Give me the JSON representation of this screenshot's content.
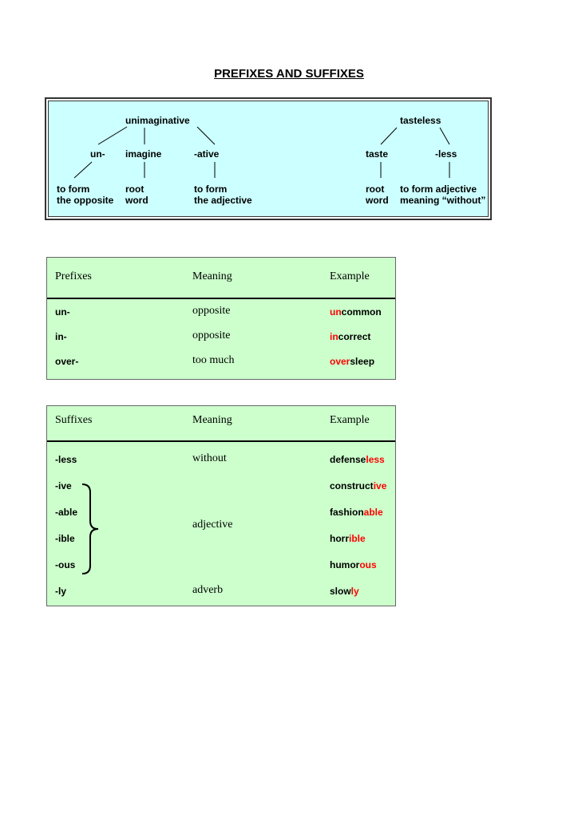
{
  "title": "PREFIXES AND SUFFIXES",
  "diagram": {
    "left_tree": {
      "root": "unimaginative",
      "parts": [
        "un-",
        "imagine",
        "-ative"
      ],
      "explanations": [
        [
          "to form",
          "the opposite"
        ],
        [
          "root",
          "word"
        ],
        [
          "to form",
          "the adjective"
        ]
      ]
    },
    "right_tree": {
      "root": "tasteless",
      "parts": [
        "taste",
        "-less"
      ],
      "explanations": [
        [
          "root",
          "word"
        ],
        [
          "to form adjective",
          "meaning “without”"
        ]
      ]
    },
    "background": "#ccffff"
  },
  "prefixes_table": {
    "headers": [
      "Prefixes",
      "Meaning",
      "Example"
    ],
    "rows": [
      {
        "affix": "un-",
        "meaning": "opposite",
        "example_prefix": "un",
        "example_rest": "common"
      },
      {
        "affix": "in-",
        "meaning": "opposite",
        "example_prefix": "in",
        "example_rest": "correct"
      },
      {
        "affix": "over-",
        "meaning": "too much",
        "example_prefix": "over",
        "example_rest": "sleep"
      }
    ]
  },
  "suffixes_table": {
    "headers": [
      "Suffixes",
      "Meaning",
      "Example"
    ],
    "rows": [
      {
        "affix": "-less",
        "meaning": "without",
        "example_root": "defense",
        "example_suffix": "less"
      },
      {
        "affix": "-ive",
        "meaning": "",
        "example_root": "construct",
        "example_suffix": "ive"
      },
      {
        "affix": "-able",
        "meaning": "",
        "example_root": "fashion",
        "example_suffix": "able"
      },
      {
        "affix": "-ible",
        "meaning": "",
        "example_root": "horr",
        "example_suffix": "ible"
      },
      {
        "affix": "-ous",
        "meaning": "",
        "example_root": "humor",
        "example_suffix": "ous"
      },
      {
        "affix": "-ly",
        "meaning": "adverb",
        "example_root": "slow",
        "example_suffix": "ly"
      }
    ],
    "group_meaning": "adjective"
  },
  "colors": {
    "table_background": "#ccffcc",
    "highlight": "#ff0000"
  }
}
